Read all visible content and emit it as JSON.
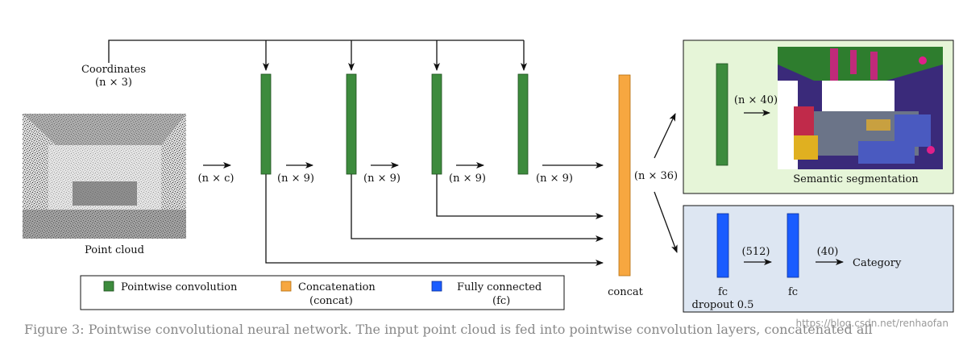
{
  "inputs": {
    "coordinates_label": "Coordinates",
    "coordinates_dim": "(n × 3)",
    "point_cloud_label": "Point cloud"
  },
  "edges": {
    "input_dim": "(n × c)",
    "conv1_out": "(n × 9)",
    "conv2_out": "(n × 9)",
    "conv3_out": "(n × 9)",
    "conv4_out": "(n × 9)",
    "concat_out": "(n × 36)"
  },
  "concat_label": "concat",
  "segmentation": {
    "dim": "(n × 40)",
    "label": "Semantic segmentation"
  },
  "classification": {
    "fc1_dim": "(512)",
    "fc2_dim": "(40)",
    "output_label": "Category",
    "fc1_label": "fc",
    "fc1_sublabel": "dropout 0.5",
    "fc2_label": "fc"
  },
  "legend": {
    "pointwise": "Pointwise convolution",
    "concat_line1": "Concatenation",
    "concat_line2": "(concat)",
    "fc_line1": "Fully connected",
    "fc_line2": "(fc)"
  },
  "caption": "Figure 3: Pointwise convolutional neural network. The input point cloud is fed into pointwise convolution layers, concatenated all",
  "watermark": "https://blog.csdn.net/renhaofan",
  "colors": {
    "conv": "#3d8b3d",
    "concat": "#f7a740",
    "fc": "#1a5cff",
    "seg_panel": "#e6f5d8",
    "cls_panel": "#dde6f2"
  }
}
